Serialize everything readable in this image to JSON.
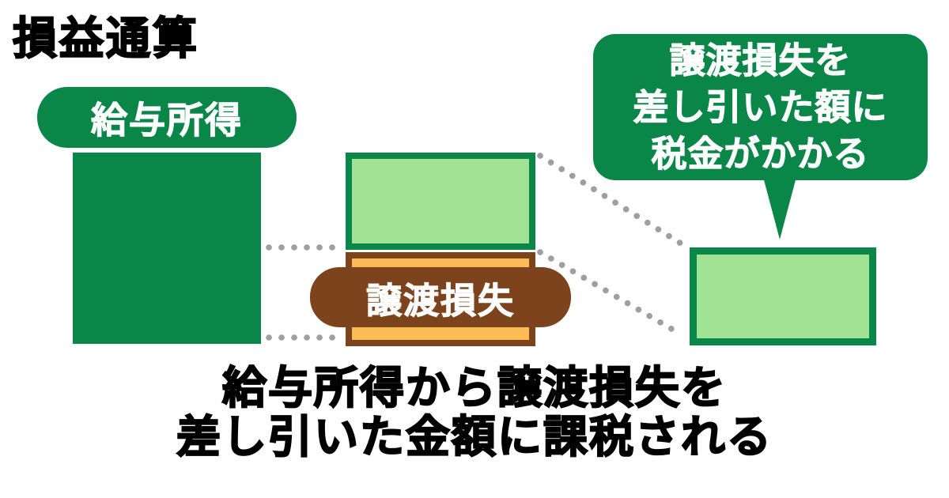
{
  "title": "損益通算",
  "bars": {
    "salary_label": "給与所得",
    "loss_label": "譲渡損失"
  },
  "bubble": {
    "lines": [
      "譲渡損失を",
      "差し引いた額に",
      "税金がかかる"
    ]
  },
  "caption": {
    "lines": [
      "給与所得から譲渡損失を",
      "差し引いた金額に課税される"
    ]
  },
  "colors": {
    "dark_green": "#0a8648",
    "light_green": "#a1e394",
    "orange": "#fcbc55",
    "brown": "#7c431c",
    "dot_gray": "#9f9f9f",
    "ink": "#000000"
  }
}
